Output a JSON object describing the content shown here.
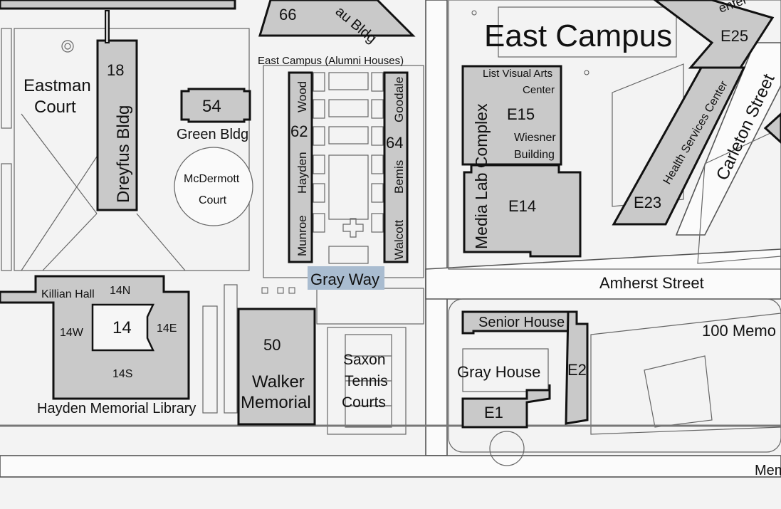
{
  "area_title": "East Campus",
  "subarea_label": "East Campus (Alumni Houses)",
  "streets": {
    "amherst": "Amherst Street",
    "carleton": "Carleton Street",
    "memorial": "100 Memo",
    "bottom": "Mem"
  },
  "buildings": {
    "b66": "66",
    "b66_name": "au Bldg",
    "b18": "18",
    "dreyfus": "Dreyfus Bldg",
    "eastman": [
      "Eastman",
      "Court"
    ],
    "b54": "54",
    "green": "Green Bldg",
    "mcdermott": [
      "McDermott",
      "Court"
    ],
    "b62": "62",
    "wood": "Wood",
    "hayden": "Hayden",
    "munroe": "Munroe",
    "b64": "64",
    "goodale": "Goodale",
    "bemis": "Bemis",
    "walcott": "Walcott",
    "gray_way": "Gray Way",
    "b14": "14",
    "b14n": "14N",
    "b14s": "14S",
    "b14e": "14E",
    "b14w": "14W",
    "killian": "Killian Hall",
    "hayden_library": "Hayden Memorial Library",
    "b50": "50",
    "walker": [
      "Walker",
      "Memorial"
    ],
    "saxon": [
      "Saxon",
      "Tennis",
      "Courts"
    ],
    "list_visual": [
      "List Visual Arts",
      "Center"
    ],
    "e15": "E15",
    "wiesner": [
      "Wiesner",
      "Building"
    ],
    "media_lab": "Media Lab Complex",
    "e14": "E14",
    "e25": "E25",
    "center_partial": "enter",
    "health": "Health Services Center",
    "e23": "E23",
    "senior_house": "Senior House",
    "gray_house": "Gray House",
    "e1": "E1",
    "e2": "E2"
  },
  "colors": {
    "building_fill": "#c9c9c9",
    "highlight": "#a9bcd0",
    "background": "#f3f3f3"
  }
}
